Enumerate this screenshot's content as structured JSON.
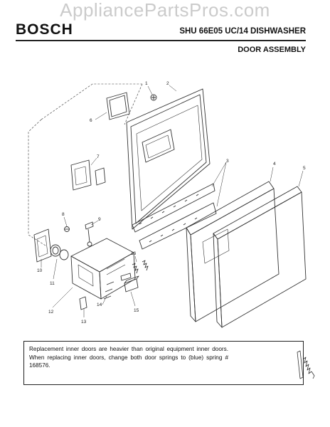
{
  "watermark": "AppliancePartsPros.com",
  "header": {
    "brand": "BOSCH",
    "model": "SHU 66E05 UC/14 DISHWASHER",
    "section": "DOOR ASSEMBLY"
  },
  "callouts": [
    "1",
    "2",
    "3",
    "4",
    "5",
    "6",
    "7",
    "8",
    "9",
    "10",
    "11",
    "12",
    "13",
    "14",
    "15",
    "16"
  ],
  "note": {
    "text": "Replacement inner doors are heavier than original equipment inner doors. When replacing inner doors, change both door springs to (blue) spring # 168576."
  }
}
